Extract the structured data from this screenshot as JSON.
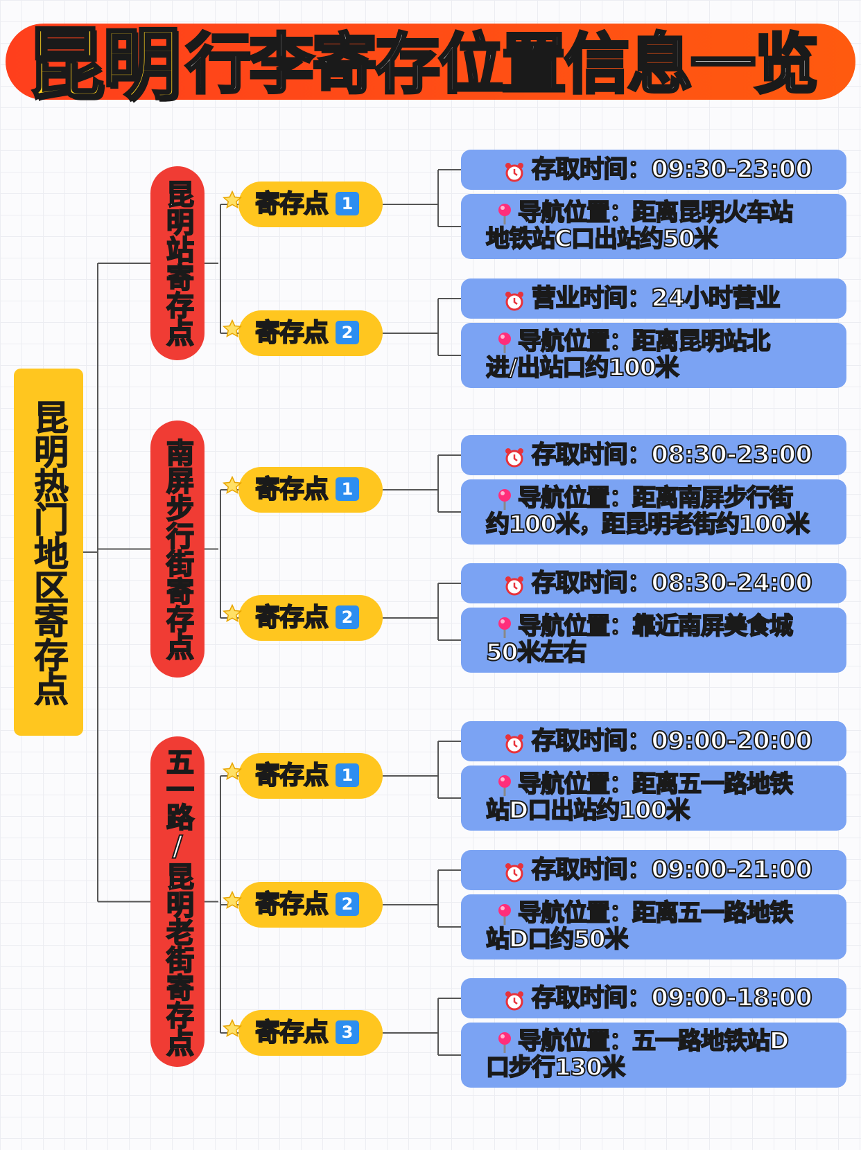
{
  "title": {
    "city": "昆明",
    "rest": "行李寄存位置信息一览"
  },
  "root": {
    "label": "昆明热门地区寄存点"
  },
  "regions": [
    {
      "label": "昆明站寄存点",
      "points": [
        {
          "label": "寄存点",
          "num": "1",
          "time": "存取时间：09:30-23:00",
          "nav1": "导航位置：距离昆明火车站",
          "nav2": "地铁站C口出站约50米"
        },
        {
          "label": "寄存点",
          "num": "2",
          "time": "营业时间：24小时营业",
          "nav1": "导航位置：距离昆明站北",
          "nav2": "进/出站口约100米"
        }
      ]
    },
    {
      "label": "南屏步行街寄存点",
      "points": [
        {
          "label": "寄存点",
          "num": "1",
          "time": "存取时间：08:30-23:00",
          "nav1": "导航位置：距离南屏步行街",
          "nav2": "约100米，距昆明老街约100米"
        },
        {
          "label": "寄存点",
          "num": "2",
          "time": "存取时间：08:30-24:00",
          "nav1": "导航位置：靠近南屏美食城",
          "nav2": "50米左右"
        }
      ]
    },
    {
      "label": "五一路/昆明老街寄存点",
      "points": [
        {
          "label": "寄存点",
          "num": "1",
          "time": "存取时间：09:00-20:00",
          "nav1": "导航位置：距离五一路地铁",
          "nav2": "站D口出站约100米"
        },
        {
          "label": "寄存点",
          "num": "2",
          "time": "存取时间：09:00-21:00",
          "nav1": "导航位置：距离五一路地铁",
          "nav2": "站D口约50米"
        },
        {
          "label": "寄存点",
          "num": "3",
          "time": "存取时间：09:00-18:00",
          "nav1": "导航位置：五一路地铁站D",
          "nav2": "口步行130米"
        }
      ]
    }
  ],
  "icons": {
    "point": "star-icon",
    "time": "alarm-clock-icon",
    "nav": "map-pin-icon"
  },
  "colors": {
    "title_bar": "#ff4a18",
    "root": "#ffc61f",
    "region": "#f03c34",
    "pill": "#ffc61f",
    "badge": "#2d8ef0",
    "card": "#7ba3f3"
  }
}
